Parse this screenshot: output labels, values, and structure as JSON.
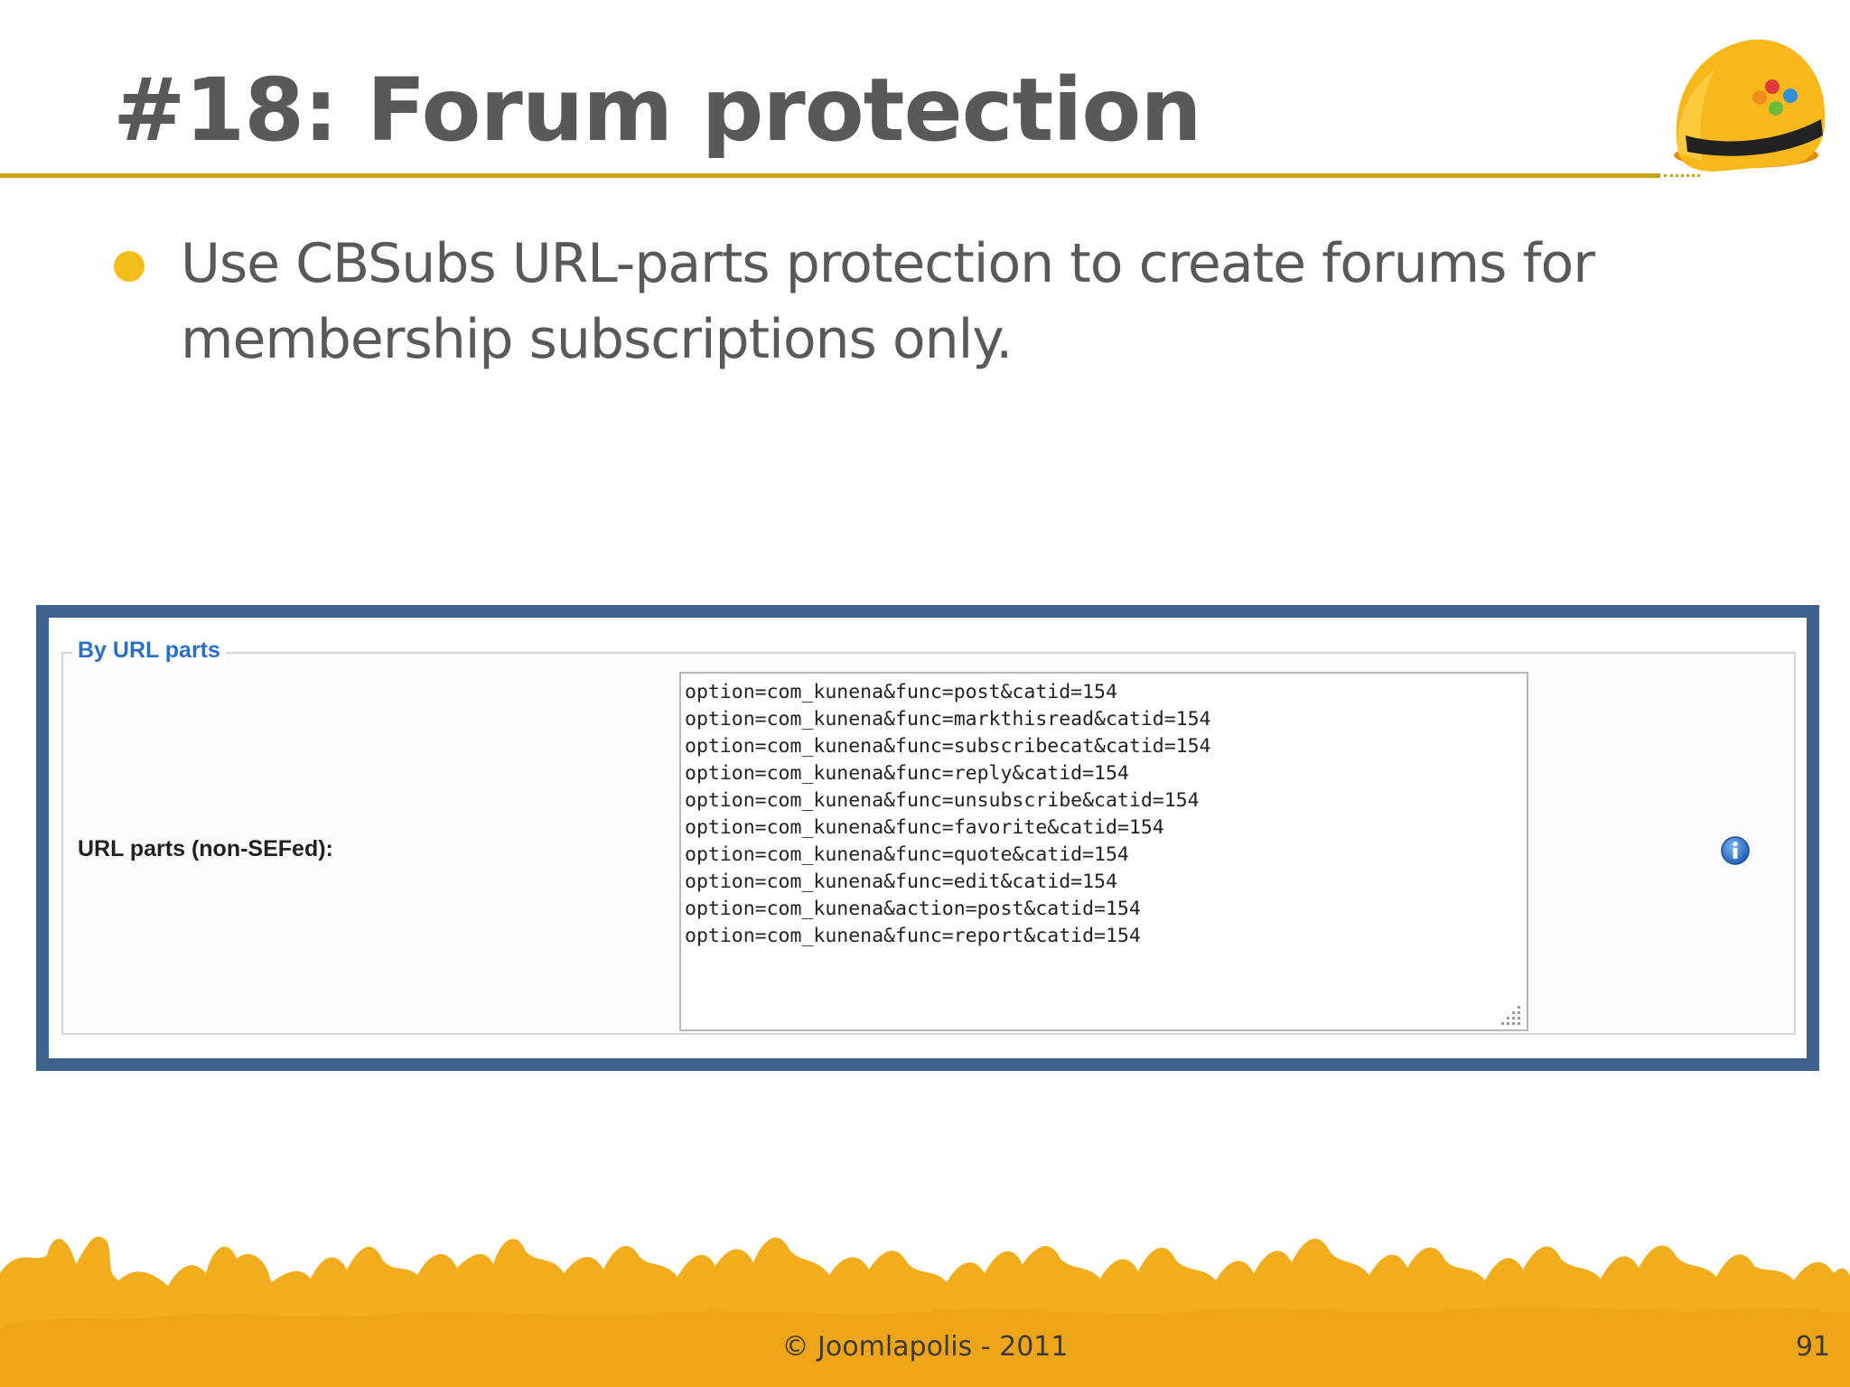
{
  "slide": {
    "title": "#18: Forum protection",
    "bullet": "Use CBSubs URL-parts protection to create forums for membership subscriptions only.",
    "footer": "© Joomlapolis - 2011",
    "page_number": "91"
  },
  "panel": {
    "legend": "By URL parts",
    "field_label": "URL parts (non-SEFed):",
    "url_parts": [
      "option=com_kunena&func=post&catid=154",
      "option=com_kunena&func=markthisread&catid=154",
      "option=com_kunena&func=subscribecat&catid=154",
      "option=com_kunena&func=reply&catid=154",
      "option=com_kunena&func=unsubscribe&catid=154",
      "option=com_kunena&func=favorite&catid=154",
      "option=com_kunena&func=quote&catid=154",
      "option=com_kunena&func=edit&catid=154",
      "option=com_kunena&action=post&catid=154",
      "option=com_kunena&func=report&catid=154"
    ]
  },
  "icons": {
    "helmet": "joomla-helmet-icon",
    "info": "info-icon",
    "resize": "resize-grip-icon"
  },
  "colors": {
    "accent_gold": "#c7a318",
    "bullet_yellow": "#f5bd1a",
    "frame_blue": "#3c628e",
    "legend_blue": "#2b6fc9",
    "crowd_orange": "#f2ad1c"
  }
}
